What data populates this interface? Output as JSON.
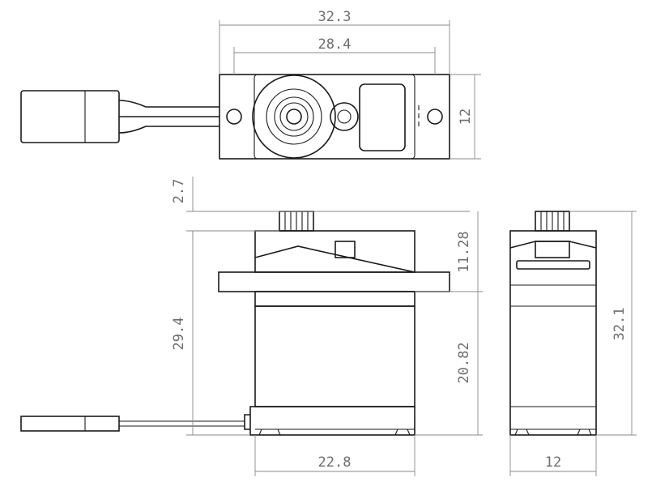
{
  "dimensions": {
    "top_overall_width": "32.3",
    "top_hole_spacing": "28.4",
    "top_depth": "12",
    "spline_height": "2.7",
    "body_height": "29.4",
    "upper_height": "11.28",
    "lower_height": "20.82",
    "body_width": "22.8",
    "side_height": "32.1",
    "side_width": "12"
  },
  "colors": {
    "line": "#1a1a1a",
    "dimension": "#8a8a8a",
    "text": "#6e6e6e"
  }
}
